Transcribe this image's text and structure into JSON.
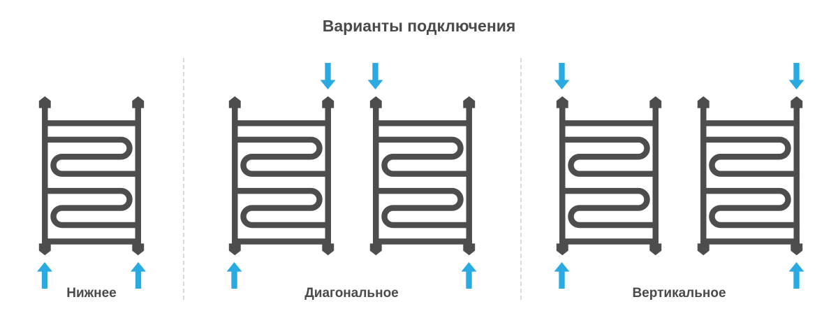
{
  "page": {
    "title": "Варианты подключения"
  },
  "colors": {
    "radiator": "#4d4d4d",
    "arrow": "#29abe2",
    "text": "#4a4a4a",
    "divider": "#d9d9d9"
  },
  "sections": [
    {
      "label": "Нижнее",
      "radiators": [
        {
          "arrows": {
            "top_left": false,
            "top_right": false,
            "bottom_left": true,
            "bottom_right": true
          }
        }
      ]
    },
    {
      "label": "Диагональное",
      "radiators": [
        {
          "arrows": {
            "top_left": false,
            "top_right": true,
            "bottom_left": true,
            "bottom_right": false
          }
        },
        {
          "arrows": {
            "top_left": true,
            "top_right": false,
            "bottom_left": false,
            "bottom_right": true
          }
        }
      ]
    },
    {
      "label": "Вертикальное",
      "radiators": [
        {
          "arrows": {
            "top_left": true,
            "top_right": false,
            "bottom_left": true,
            "bottom_right": false
          }
        },
        {
          "arrows": {
            "top_left": false,
            "top_right": true,
            "bottom_left": false,
            "bottom_right": true
          }
        }
      ]
    }
  ]
}
